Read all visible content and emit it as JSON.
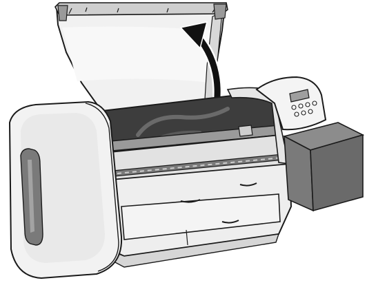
{
  "figure": {
    "subject": "large-format-printer",
    "state": "top-cover-open",
    "callout": "open-cover-arrow",
    "colors": {
      "outline": "#1a1a1a",
      "body_light": "#efefef",
      "body_shadow": "#d9d9d9",
      "interior_dark": "#3d3d3d",
      "interior_mid": "#6a6a6a",
      "accent_gray": "#7a7a7a",
      "arrow": "#111111"
    }
  }
}
